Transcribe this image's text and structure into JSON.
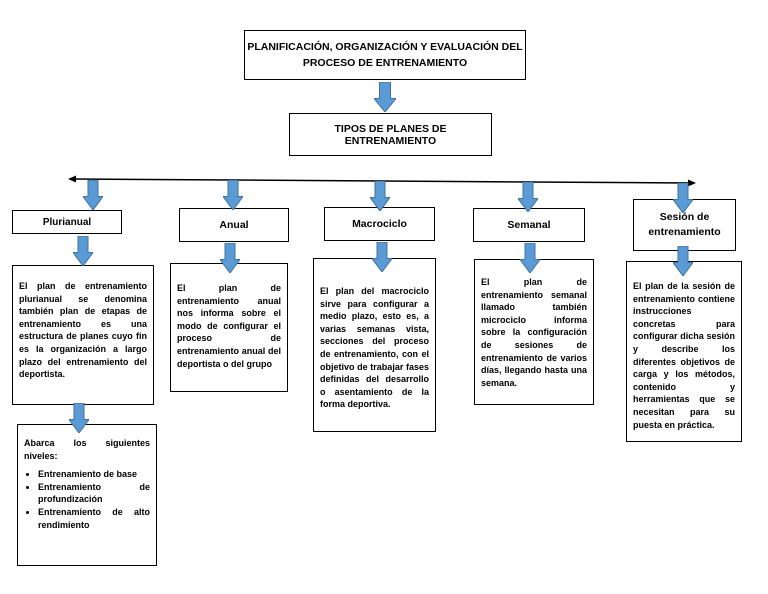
{
  "top": {
    "title_line1": "PLANIFICACIÓN, ORGANIZACIÓN Y EVALUACIÓN DEL",
    "title_line2": "PROCESO DE ENTRENAMIENTO"
  },
  "types": {
    "title": "TIPOS DE PLANES DE ENTRENAMIENTO"
  },
  "plans": [
    {
      "label": "Plurianual",
      "description": "El plan de entrenamiento plurianual se denomina también plan de etapas de entrenamiento es una estructura de planes cuyo fin es la organización a largo plazo del entrenamiento del deportista."
    },
    {
      "label": "Anual",
      "description": "El plan de entrenamiento anual nos informa sobre el modo de configurar el proceso de entrenamiento anual del deportista o del grupo"
    },
    {
      "label": "Macrociclo",
      "description": "El plan del macrociclo sirve para configurar a medio plazo, esto es, a varias semanas vista, secciones del proceso de entrenamiento, con el objetivo de trabajar fases definidas del desarrollo o asentamiento de la forma deportiva."
    },
    {
      "label": "Semanal",
      "description": "El plan de entrenamiento semanal llamado también microciclo informa sobre la configuración de sesiones de entrenamiento de varios días, llegando hasta una semana."
    },
    {
      "label_line1": "Sesión de",
      "label_line2": "entrenamiento",
      "description": "El plan de la sesión de entrenamiento contiene instrucciones concretas para configurar dicha sesión y describe los diferentes objetivos de carga y los métodos, contenido y herramientas que se necesitan para su puesta en práctica."
    }
  ],
  "levels": {
    "intro": "Abarca los siguientes niveles:",
    "items": [
      "Entrenamiento de base",
      "Entrenamiento de profundización",
      "Entrenamiento de alto rendimiento"
    ]
  },
  "colors": {
    "arrow_fill": "#5b9bd5",
    "arrow_stroke": "#41719c",
    "border": "#000000"
  }
}
